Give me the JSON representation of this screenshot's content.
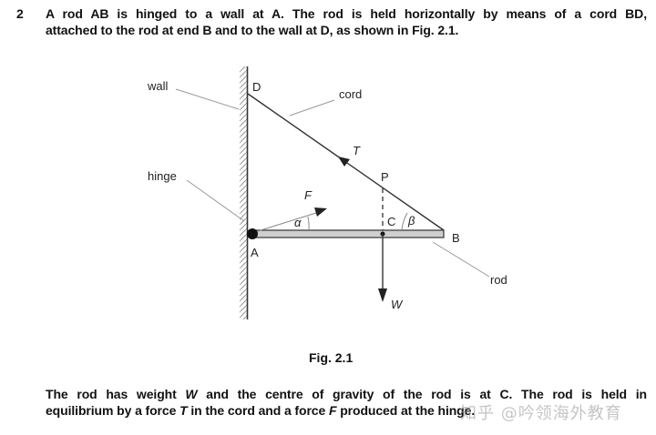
{
  "question": {
    "number": "2",
    "intro_line1": "A rod AB is hinged to a wall at A. The rod is held horizontally by means of a cord BD,",
    "intro_line2": "attached to the rod at end B and to the wall at D, as shown in Fig. 2.1.",
    "body_line1_a": "The rod has weight ",
    "body_line1_w": "W",
    "body_line1_b": " and the centre of gravity of the rod is at C. The rod is held in",
    "body_line2_a": "equilibrium by a force ",
    "body_line2_t": "T",
    "body_line2_b": " in the cord and a force ",
    "body_line2_f": "F",
    "body_line2_c": " produced at the hinge."
  },
  "figure": {
    "caption": "Fig. 2.1",
    "labels": {
      "wall": "wall",
      "hinge": "hinge",
      "cord": "cord",
      "rod": "rod",
      "D": "D",
      "A": "A",
      "B": "B",
      "C": "C",
      "P": "P",
      "T": "T",
      "F": "F",
      "W": "W",
      "alpha": "α",
      "beta": "β"
    }
  },
  "watermark": "知乎 @吟领海外教育"
}
